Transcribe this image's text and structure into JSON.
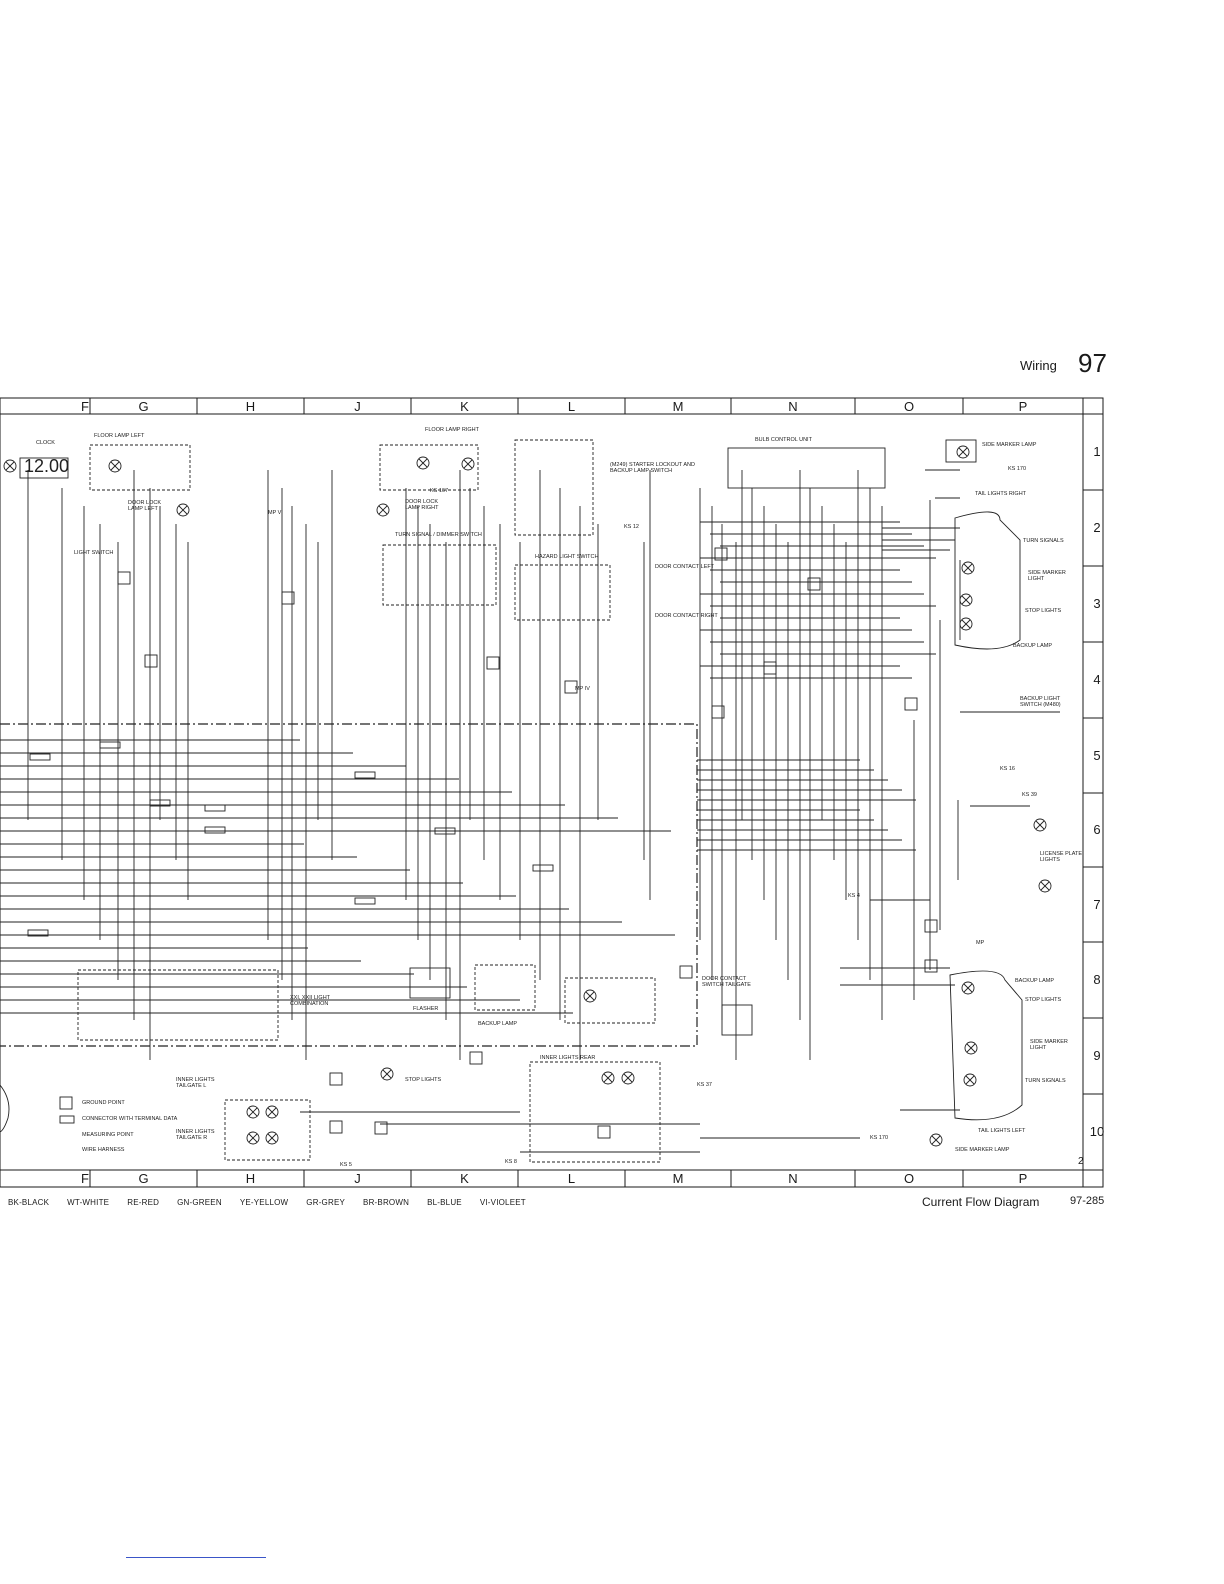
{
  "header": {
    "title": "Wiring",
    "page_number": "97"
  },
  "grid": {
    "columns": [
      "F",
      "G",
      "H",
      "J",
      "K",
      "L",
      "M",
      "N",
      "O",
      "P"
    ],
    "rows": [
      "1",
      "2",
      "3",
      "4",
      "5",
      "6",
      "7",
      "8",
      "9",
      "10"
    ]
  },
  "components": {
    "clock_label": "CLOCK",
    "clock_display": "12.00",
    "floor_lamp_left": "FLOOR LAMP LEFT",
    "floor_lamp_right": "FLOOR LAMP RIGHT",
    "door_lock_left": "DOOR LOCK LAMP LEFT",
    "door_lock_right": "DOOR LOCK LAMP RIGHT",
    "light_switch": "LIGHT SWITCH",
    "turn_signal_switch": "TURN SIGNAL / DIMMER SWITCH",
    "hazard_switch": "HAZARD LIGHT SWITCH",
    "starter_lockout": "(M249) STARTER LOCKOUT AND BACKUP LAMP SWITCH",
    "door_contact_left": "DOOR CONTACT LEFT",
    "door_contact_right": "DOOR CONTACT RIGHT",
    "control_unit": "BULB CONTROL UNIT",
    "side_marker_right": "SIDE MARKER LAMP",
    "tail_lights_right": "TAIL LIGHTS RIGHT",
    "turn_signals": "TURN SIGNALS",
    "side_marker_light": "SIDE MARKER LIGHT",
    "stop_lights": "STOP LIGHTS",
    "backup_lamp": "BACKUP LAMP",
    "backup_switch": "BACKUP LIGHT SWITCH (M480)",
    "license_lights": "LICENSE PLATE LIGHTS",
    "flasher": "FLASHER",
    "backup_relay": "BACKUP LAMP",
    "xxi_combination": "XXI, XXII LIGHT COMBINATION",
    "door_contact_tailgate": "DOOR CONTACT SWITCH TAILGATE",
    "inner_lights_rear": "INNER LIGHTS REAR",
    "stop_lights_center": "STOP LIGHTS",
    "inner_lights_tailgate_l": "INNER LIGHTS TAILGATE L",
    "inner_lights_tailgate_r": "INNER LIGHTS TAILGATE R",
    "tail_lights_left": "TAIL LIGHTS LEFT",
    "side_marker_lamp_left": "SIDE MARKER LAMP",
    "ks_170": "KS 170",
    "ks_16": "KS 16",
    "ks_39": "KS 39",
    "ks_4": "KS 4",
    "ks_37": "KS 37",
    "ks_5": "KS 5",
    "ks_8": "KS 8",
    "ks_12": "KS 12",
    "ks_167": "KS 167",
    "mp_v": "MP V",
    "mp_iv": "MP IV",
    "mp_label": "MP",
    "legend_ground": "GROUND POINT",
    "legend_connector": "CONNECTOR WITH TERMINAL DATA",
    "legend_mp": "MEASURING POINT",
    "legend_ks": "WIRE HARNESS"
  },
  "colour_legend": [
    "BK-BLACK",
    "WT-WHITE",
    "RE-RED",
    "GN-GREEN",
    "YE-YELLOW",
    "GR-GREY",
    "BR-BROWN",
    "BL-BLUE",
    "VI-VIOLEET"
  ],
  "footer": {
    "title": "Current Flow Diagram",
    "code": "97-285",
    "corner_number": "2"
  },
  "colors": {
    "ink": "#1a1a1a",
    "paper": "#ffffff",
    "link_rule": "#3a55c8"
  }
}
